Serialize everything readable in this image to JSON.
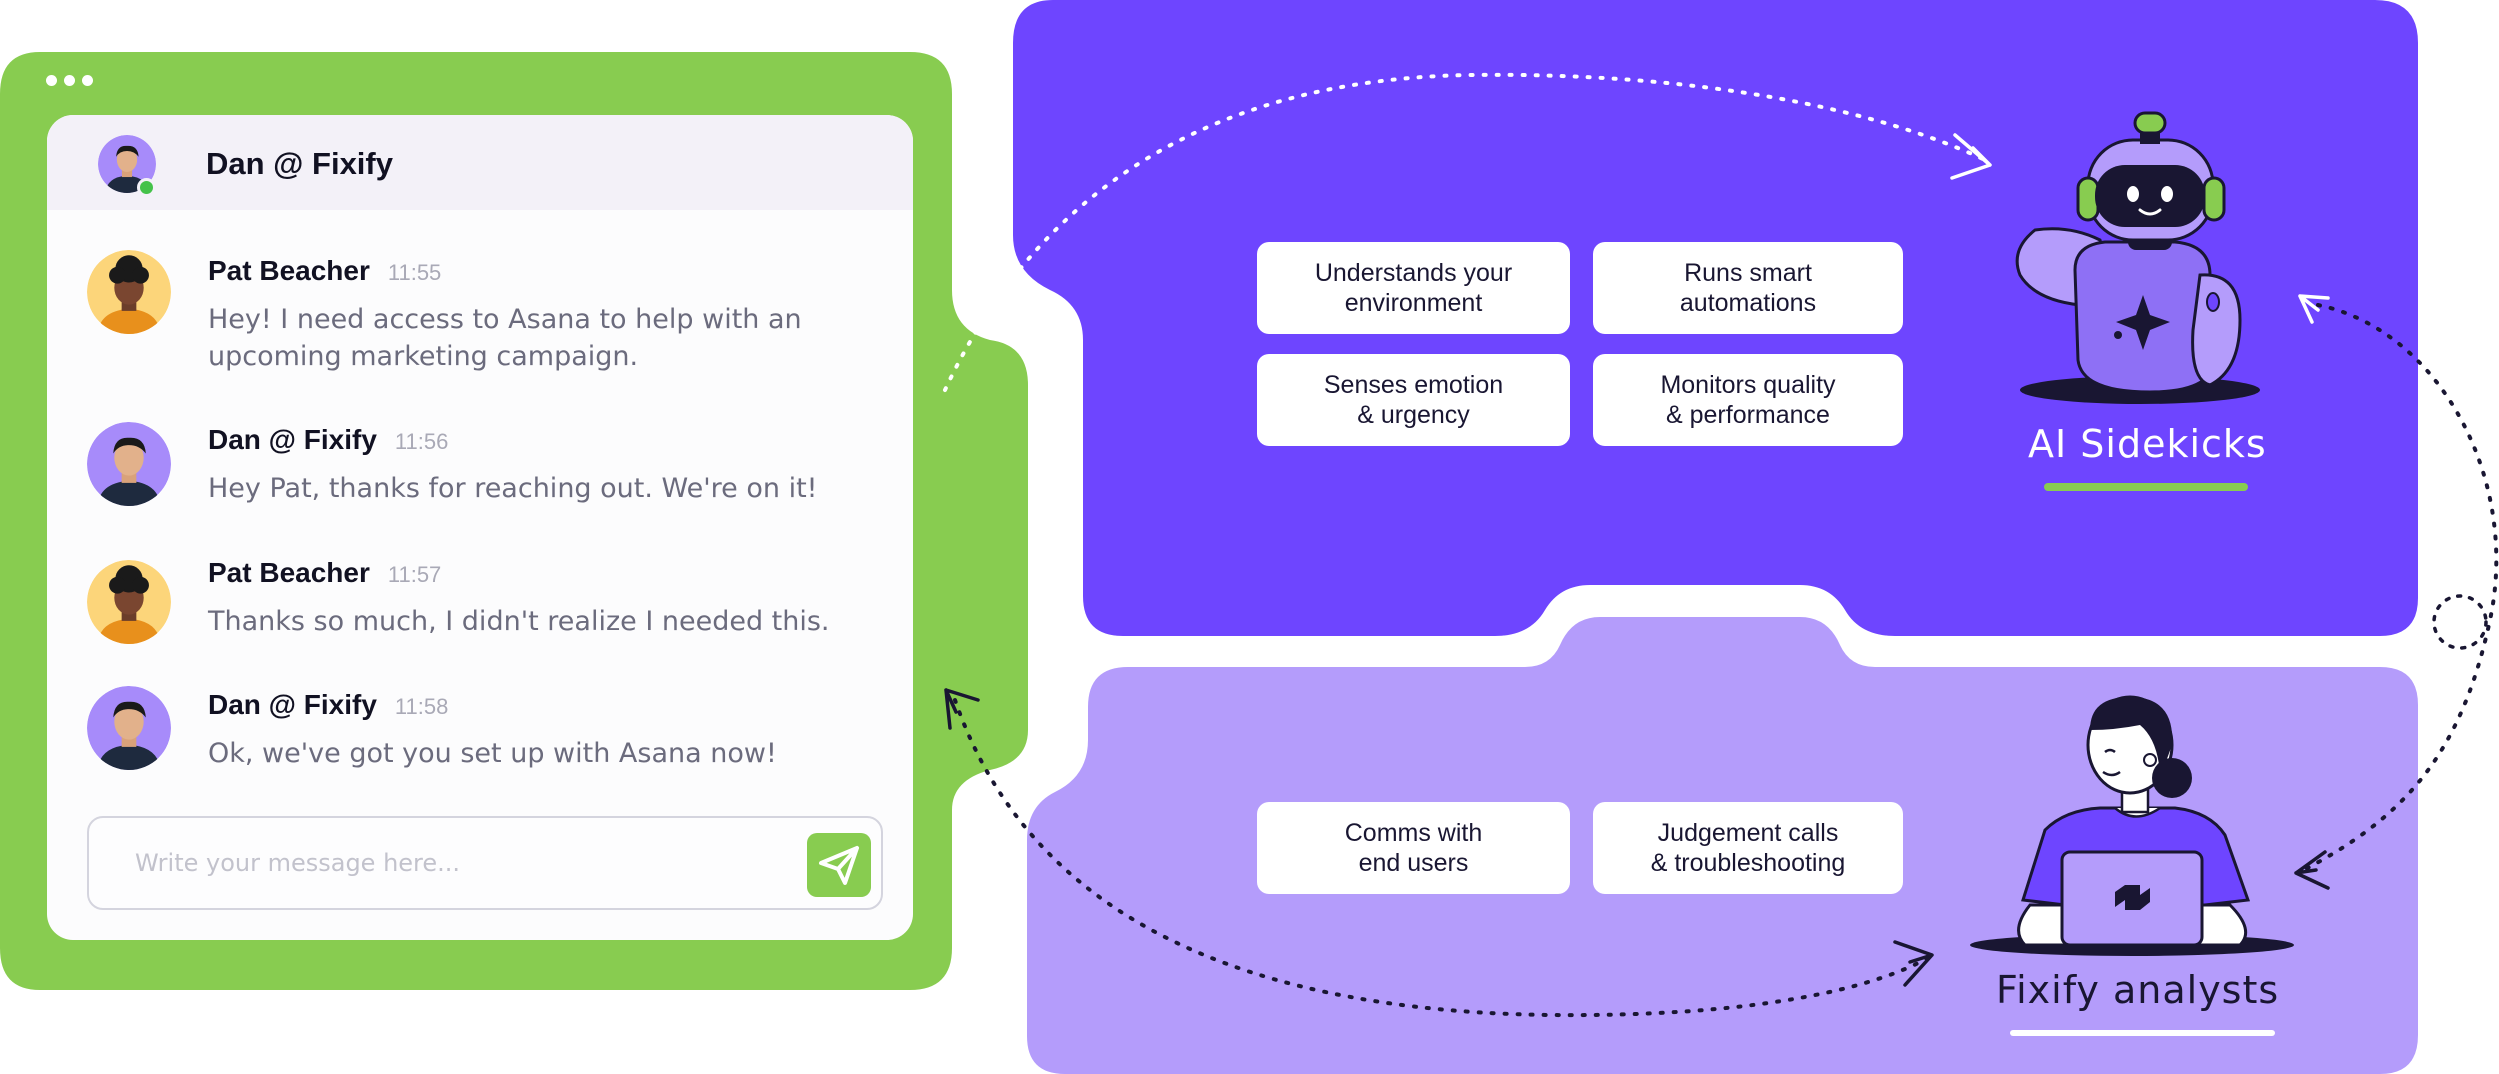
{
  "chat": {
    "header_name": "Dan @ Fixify",
    "messages": [
      {
        "name": "Pat Beacher",
        "time": "11:55",
        "text": "Hey! I need access to Asana to help with an upcoming marketing campaign."
      },
      {
        "name": "Dan @ Fixify",
        "time": "11:56",
        "text": "Hey Pat, thanks for reaching out. We're on it!"
      },
      {
        "name": "Pat Beacher",
        "time": "11:57",
        "text": "Thanks so much, I didn't realize I needed this."
      },
      {
        "name": "Dan @ Fixify",
        "time": "11:58",
        "text": "Ok, we've got you set up with Asana now!"
      }
    ],
    "input_placeholder": "Write your message here..."
  },
  "ai_panel": {
    "features": [
      "Understands your\nenvironment",
      "Runs smart\nautomations",
      "Senses emotion\n& urgency",
      "Monitors quality\n& performance"
    ],
    "label": "AI Sidekicks"
  },
  "analyst_panel": {
    "features": [
      "Comms with\nend users",
      "Judgement calls\n& troubleshooting"
    ],
    "label": "Fixify analysts"
  },
  "colors": {
    "green": "#88cc50",
    "ai_purple": "#6e45ff",
    "analyst_lavender": "#b49cfb",
    "dark": "#191632"
  },
  "icons": [
    "window-dots-icon",
    "send-icon",
    "robot-illustration",
    "analyst-illustration",
    "dotted-arrow"
  ]
}
